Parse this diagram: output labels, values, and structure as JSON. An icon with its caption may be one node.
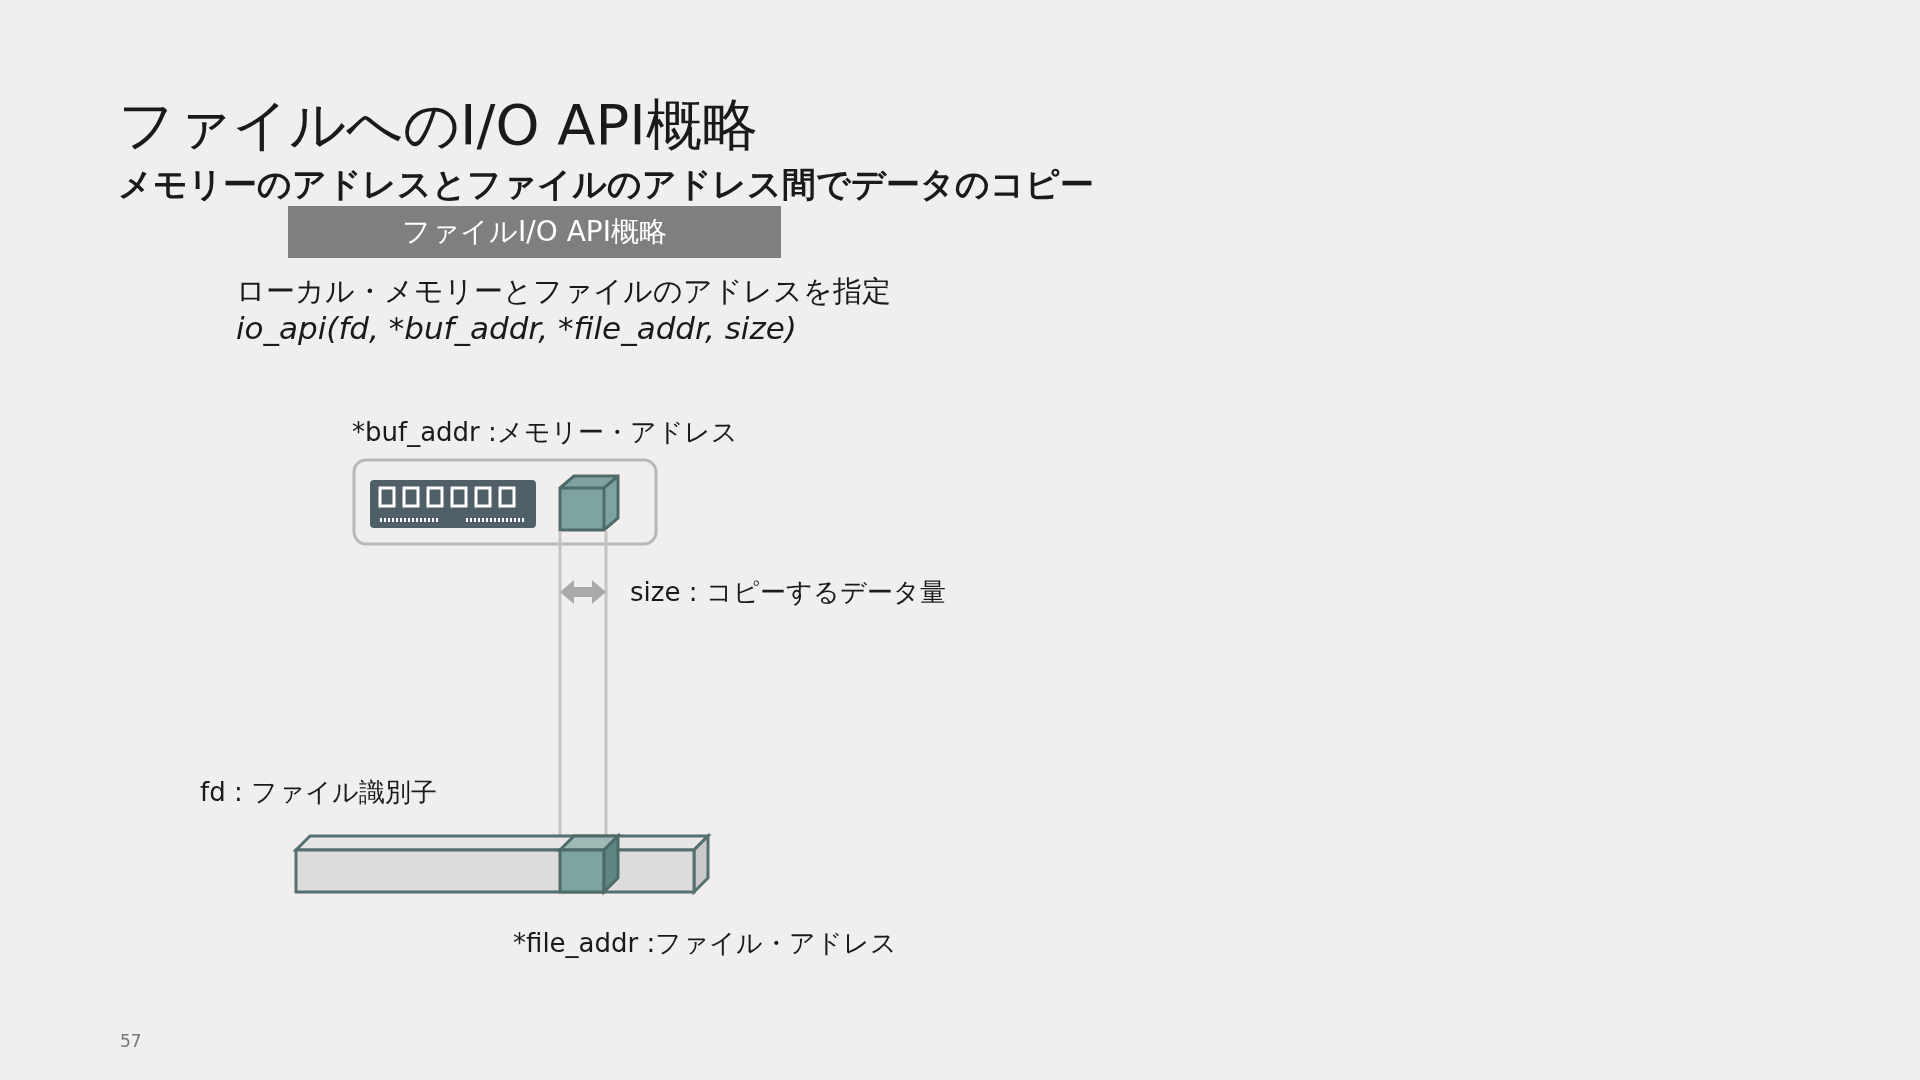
{
  "diagram": {
    "title": "ファイルへのI/O API概略",
    "nodes": [
      {
        "text": [
          "ファイルI/O API概略"
        ]
      }
    ],
    "edges": [],
    "labels": [
      "メモリーのアドレスとファイルのアドレス間でデータのコピー",
      "ローカル・メモリーとファイルのアドレスを指定",
      "io_api(fd, *buf_addr, *file_addr, size)",
      "*buf_addr :メモリー・アドレス",
      "size : コピーするデータ量",
      "fd : ファイル識別子",
      "*file_addr :ファイル・アドレス",
      "57"
    ]
  }
}
